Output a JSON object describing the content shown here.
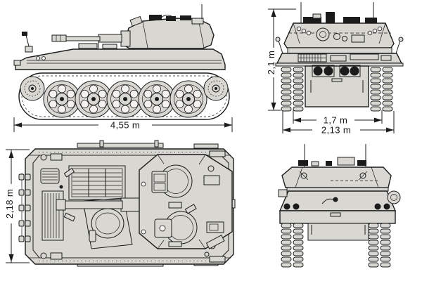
{
  "colors": {
    "background": "#ffffff",
    "line": "#1c1c1c",
    "body_fill": "#d8d7d2",
    "dark_detail": "#1b1b1b"
  },
  "dimensions": {
    "side_length": "4,55 m",
    "front_height": "2,1 m",
    "front_track_width": "1,7 m",
    "front_overall_width": "2,13 m",
    "top_hull_width": "2,18 m"
  }
}
